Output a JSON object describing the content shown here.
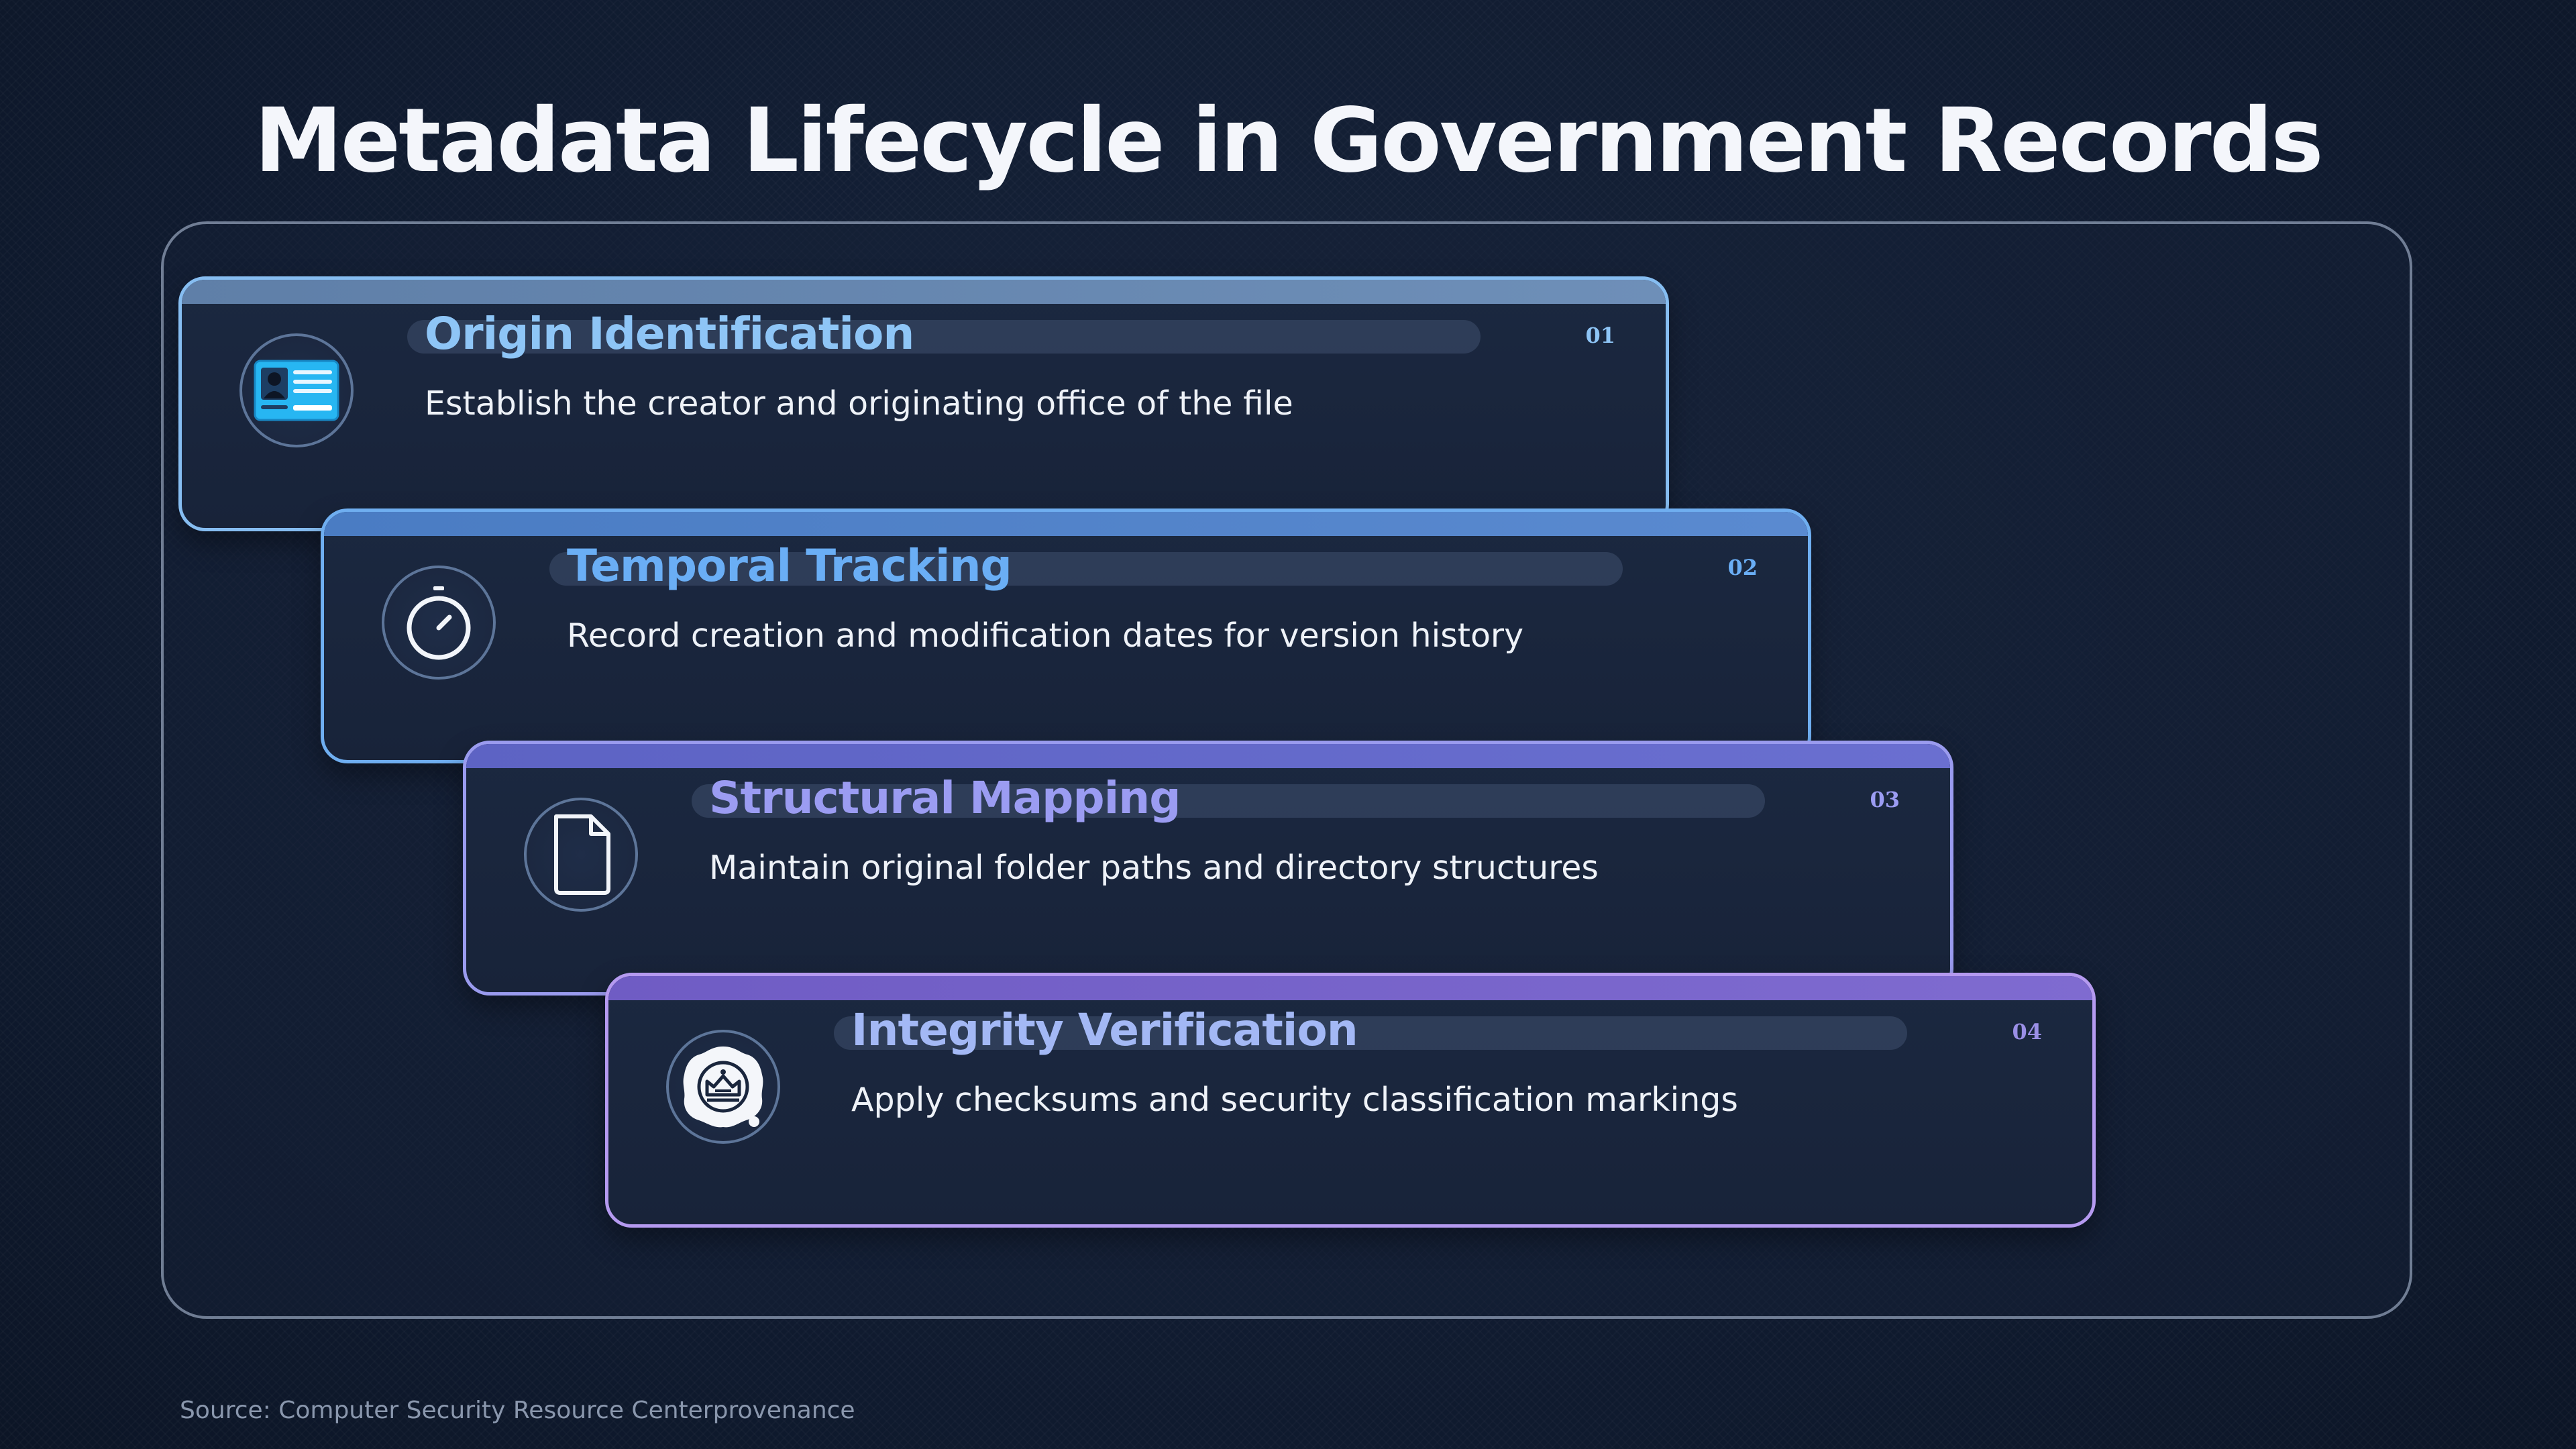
{
  "title": "Metadata Lifecycle in Government Records",
  "source": "Source: Computer Security Resource Centerprovenance",
  "colors": {
    "background": "#0f1a2e",
    "card_1_accent": "#8ec5f6",
    "card_2_accent": "#6aaef5",
    "card_3_accent": "#9b9cf2",
    "card_4_accent": "#a3b8f5"
  },
  "steps": [
    {
      "number": "01",
      "title": "Origin Identification",
      "description": "Establish the creator and originating office of the file",
      "icon": "id-card-icon"
    },
    {
      "number": "02",
      "title": "Temporal Tracking",
      "description": "Record creation and modification dates for version history",
      "icon": "stopwatch-icon"
    },
    {
      "number": "03",
      "title": "Structural Mapping",
      "description": "Maintain original folder paths and directory structures",
      "icon": "document-icon"
    },
    {
      "number": "04",
      "title": "Integrity Verification",
      "description": "Apply checksums and security classification markings",
      "icon": "seal-icon"
    }
  ]
}
